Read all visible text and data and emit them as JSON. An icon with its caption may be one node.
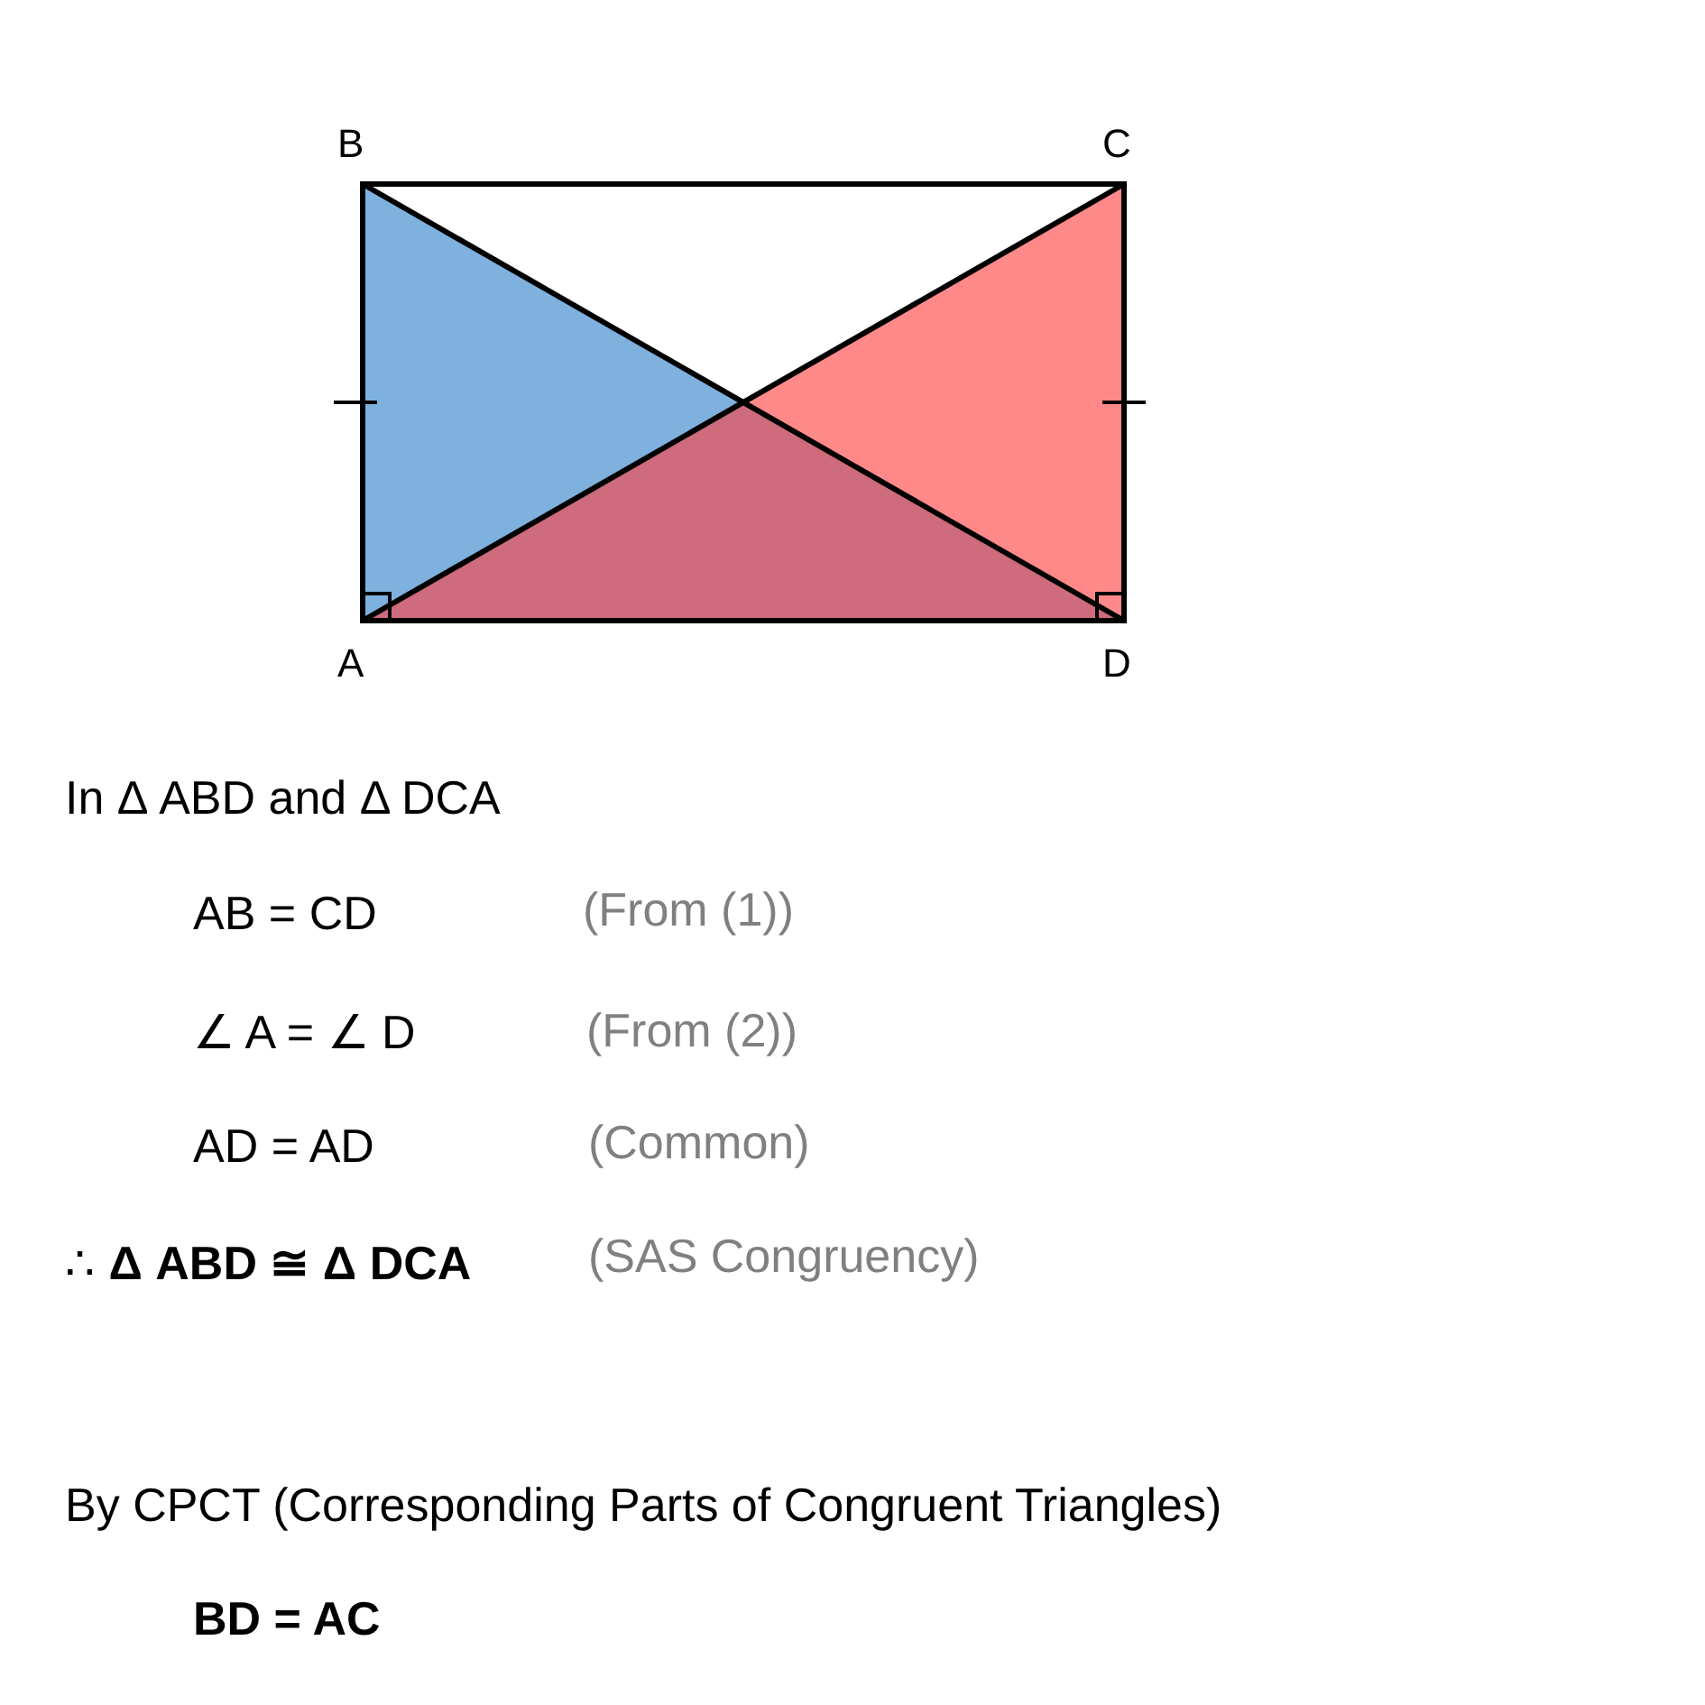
{
  "diagram": {
    "labels": [
      "B",
      "C",
      "A",
      "D",
      "In Δ ABD and Δ DCA",
      "AB = CD",
      "(From (1))",
      "∠ A = ∠ D",
      "(From (2))",
      "AD = AD",
      "(Common)",
      "∴ **Δ ABD  ≅ Δ DCA**",
      "(SAS Congruency)",
      "By CPCT (Corresponding Parts of Congruent Triangles)",
      "BD = AC"
    ]
  }
}
